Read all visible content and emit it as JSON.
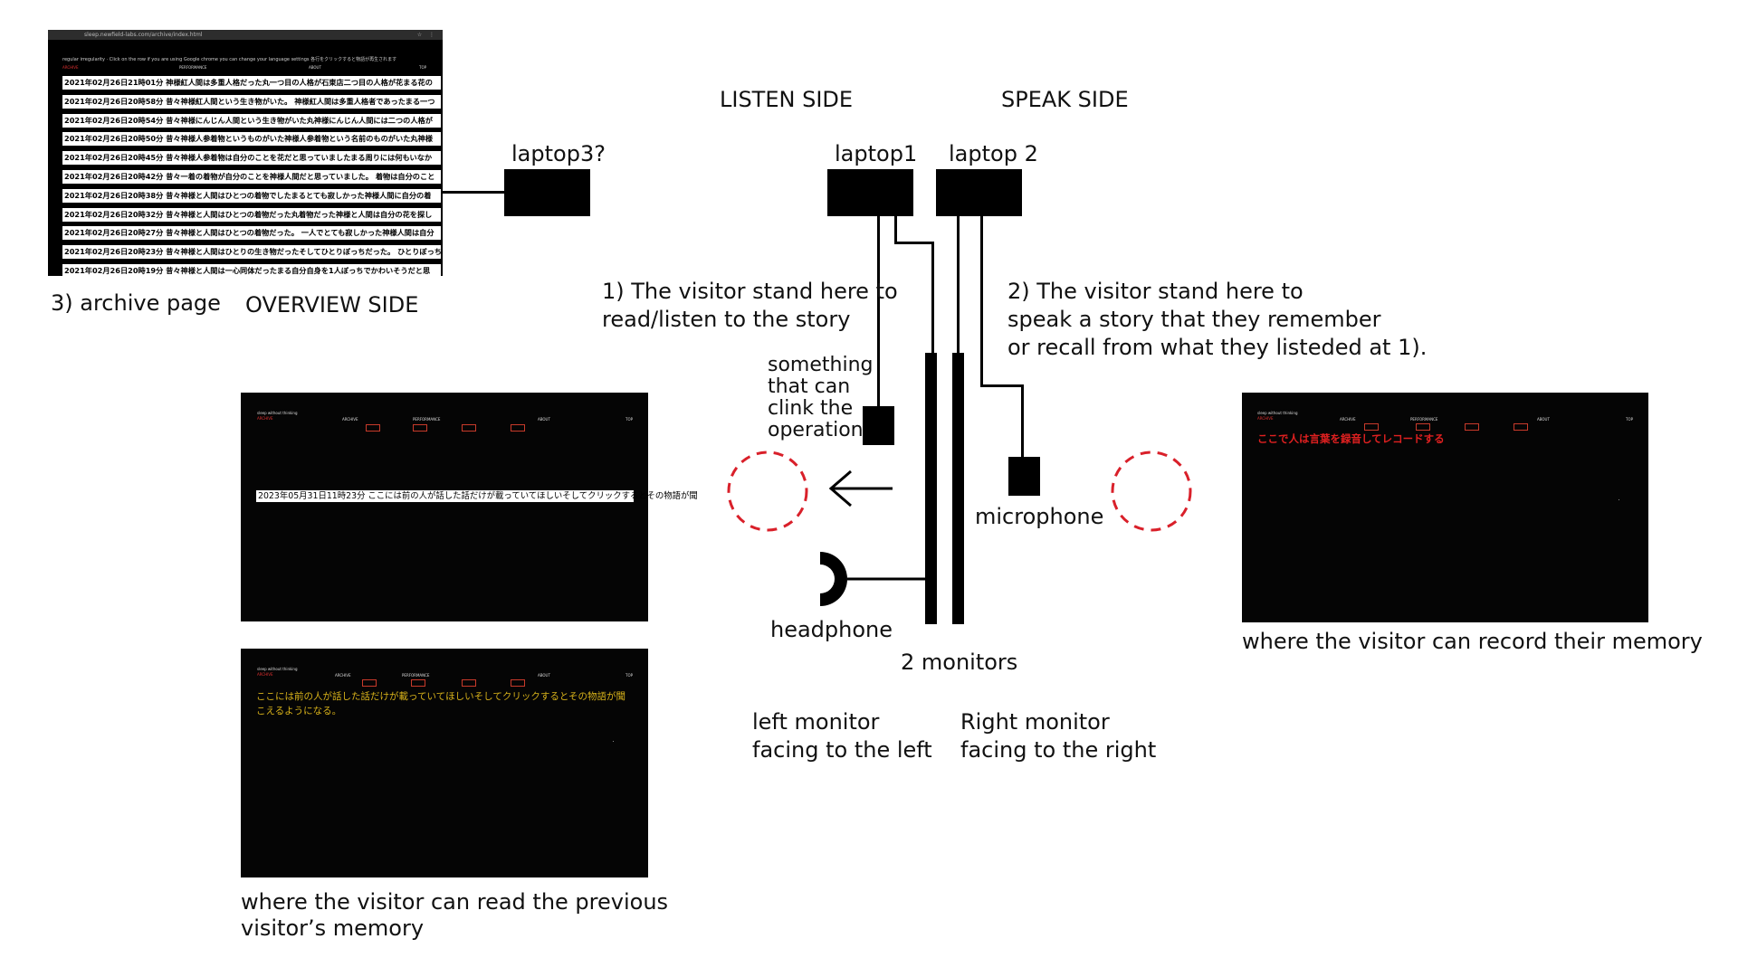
{
  "archive_screen": {
    "url": "sleep.newfield-labs.com/archive/index.html",
    "note": "regular irregularity · Click on the row if you are using Google chrome you can change your language settings 各行をクリックすると物語が再生されます",
    "nav": {
      "archive": "ARCHIVE",
      "performance": "PERFORMANCE",
      "about": "ABOUT",
      "top": "TOP"
    },
    "rows": [
      "2021年02月26日21時01分 神様紅人間は多重人格だった丸一つ目の人格が石東店二つ目の人格が花まる花の",
      "2021年02月26日20時58分 昔々神様紅人間という生き物がいた。 神様紅人間は多重人格者であったまる一つ",
      "2021年02月26日20時54分 昔々神様にんじん人間という生き物がいた丸神様にんじん人間には二つの人格が",
      "2021年02月26日20時50分 昔々神様人参着物というものがいた神様人参着物という名前のものがいた丸神様",
      "2021年02月26日20時45分 昔々神様人参着物は自分のことを花だと思っていましたまる周りには何もいなか",
      "2021年02月26日20時42分 昔々一着の着物が自分のことを神様人間だと思っていました。 着物は自分のこと",
      "2021年02月26日20時38分 昔々神様と人間はひとつの着物でしたまるとても寂しかった神様人間に自分の着",
      "2021年02月26日20時32分 昔々神様と人間はひとつの着物だった丸着物だった神様と人間は自分の花を探し",
      "2021年02月26日20時27分 昔々神様と人間はひとつの着物だった。 一人でとても寂しかった神様人間は自分",
      "2021年02月26日20時23分 昔々神様と人間はひとりの生き物だったそしてひとりぼっちだった。 ひとりぼっち",
      "2021年02月26日20時19分 昔々神様と人間は一心同体だったまる自分自身を1人ぼっちでかわいそうだと思"
    ]
  },
  "labels": {
    "listen_side": "LISTEN SIDE",
    "speak_side": "SPEAK SIDE",
    "overview_side": "OVERVIEW SIDE",
    "archive_page": "3) archive page",
    "laptop3": "laptop3?",
    "laptop1": "laptop1",
    "laptop2": "laptop 2",
    "visitor1": [
      "1) The visitor stand here to",
      "read/listen to the story"
    ],
    "visitor2": [
      "2) The visitor stand here to",
      "speak a story that they remember",
      "or recall from what they listeded at 1)."
    ],
    "clicker": [
      "something",
      "that can",
      "clink the",
      "operation"
    ],
    "microphone": "microphone",
    "headphone": "headphone",
    "monitors": "2 monitors",
    "left_monitor": [
      "left monitor",
      "facing to the left"
    ],
    "right_monitor": [
      "Right monitor",
      "facing to the right"
    ],
    "record_caption": "where the visitor can record their memory",
    "read_caption": [
      "where the visitor can read the previous",
      "visitor’s memory"
    ],
    "arrow": "←"
  },
  "screens": {
    "app_title": "sleep without thinking",
    "app_sub": "ARCHIVE",
    "nav": {
      "archive": "ARCHIVE",
      "performance": "PERFORMANCE",
      "about": "ABOUT",
      "top": "TOP"
    },
    "listen_strip": "2023年05月31日11時23分 ここには前の人が話した話だけが載っていてほしいそしてクリックするとその物語が聞",
    "read_text": "ここには前の人が話した話だけが載っていてほしいそしてクリックするとその物語が聞こえるようになる。",
    "record_text": "ここで人は言葉を録音してレコードする"
  },
  "colors": {
    "screen_bg": "#050505",
    "accent_red": "#e02020",
    "accent_yellow": "#d8b21a",
    "dashed_circle": "#d9202a"
  }
}
